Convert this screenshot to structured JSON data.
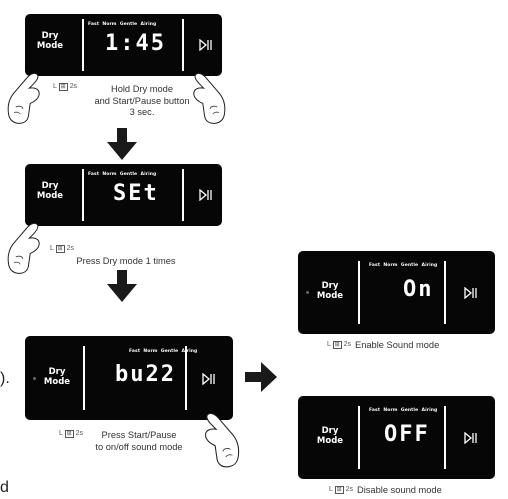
{
  "panels": {
    "p1": {
      "mode": "Dry\nMode",
      "options": "Fast  Norm  Gentle  Airing",
      "display": "1:45"
    },
    "p2": {
      "mode": "Dry\nMode",
      "options": "Fast  Norm  Gentle  Airing",
      "display": "SEt"
    },
    "p3": {
      "mode": "Dry\nMode",
      "options": "Fast  Norm  Gentle  Airing",
      "display": "bu22"
    },
    "p4": {
      "mode": "Dry\nMode",
      "options": "Fast  Norm  Gentle  Airing",
      "display": "On"
    },
    "p5": {
      "mode": "Dry\nMode",
      "options": "Fast  Norm  Gentle  Airing",
      "display": "OFF"
    }
  },
  "captions": {
    "c1": "Hold Dry mode\nand Start/Pause button\n3 sec.",
    "c2": "Press Dry mode 1 times",
    "c3": "Press Start/Pause\nto  on/off sound mode",
    "c4": "Enable Sound mode",
    "c5": "Disable sound mode"
  },
  "lock_label": "2s",
  "edge_text": {
    "top": ").",
    "bottom": "d"
  },
  "colors": {
    "panel": "#060606",
    "arrow": "#1a1a1a",
    "text": "#333333"
  }
}
